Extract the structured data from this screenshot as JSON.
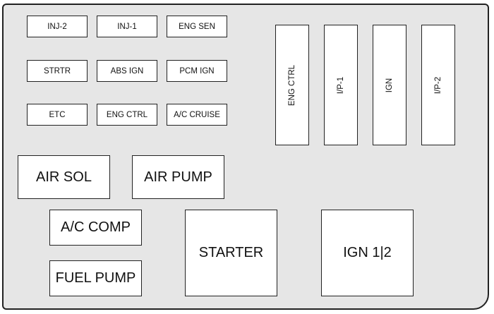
{
  "small_fuses": [
    "INJ-2",
    "INJ-1",
    "ENG SEN",
    "STRTR",
    "ABS IGN",
    "PCM IGN",
    "ETC",
    "ENG CTRL",
    "A/C CRUISE"
  ],
  "maxi_fuses": [
    "ENG CTRL",
    "I/P-1",
    "IGN",
    "I/P-2"
  ],
  "relays": {
    "air_sol": "AIR SOL",
    "air_pump": "AIR PUMP",
    "ac_comp": "A/C COMP",
    "fuel_pump": "FUEL PUMP",
    "starter": "STARTER",
    "ign": "IGN 1|2"
  }
}
